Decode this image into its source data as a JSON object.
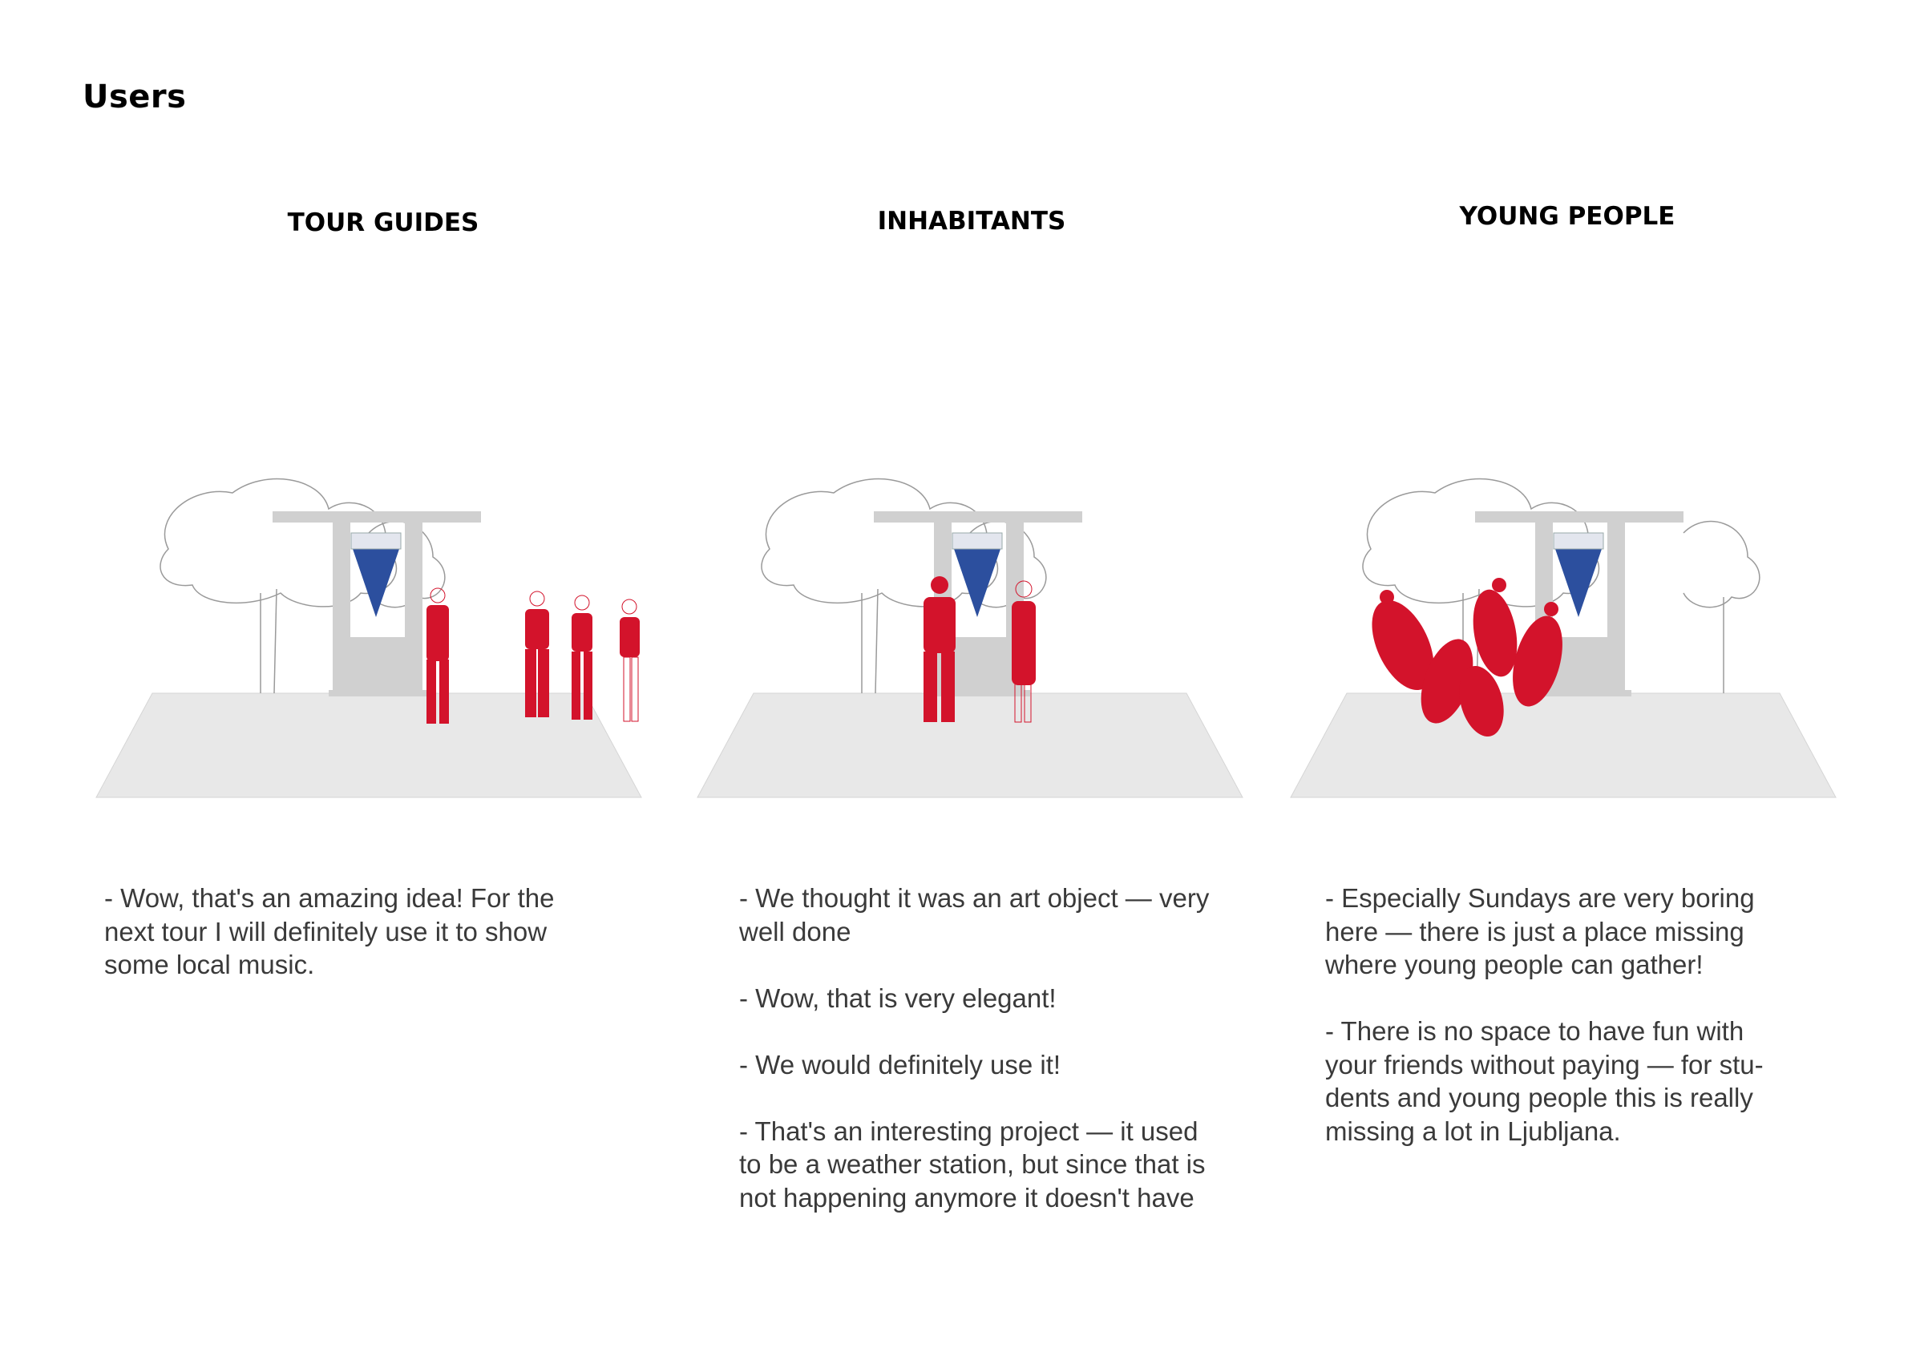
{
  "page": {
    "title": "Users"
  },
  "colors": {
    "figure_red": "#d3132b",
    "kiosk_blue": "#2c4f9e",
    "sketch_gray": "#9a9a9a",
    "ground_gray": "#e6e6e6",
    "text_gray": "#3a3a3a"
  },
  "columns": [
    {
      "heading": "TOUR GUIDES",
      "quotes": [
        "- Wow, that's an amazing idea! For the next tour I will definitely use it to show some local music."
      ]
    },
    {
      "heading": "INHABITANTS",
      "quotes": [
        "- We thought it was an art object — very well done",
        "- Wow, that is very elegant!",
        "- We would definitely use it!",
        "- That's an interesting project — it used to be a weather station, but since that is not happening anymore it doesn't have"
      ]
    },
    {
      "heading": "YOUNG PEOPLE",
      "quotes": [
        "- Especially Sundays are very boring here — there is just a place missing where young people can gather!",
        "- There is no space to have fun with your friends without paying — for stu-dents and young people this is really missing a lot in Ljubljana."
      ]
    }
  ]
}
